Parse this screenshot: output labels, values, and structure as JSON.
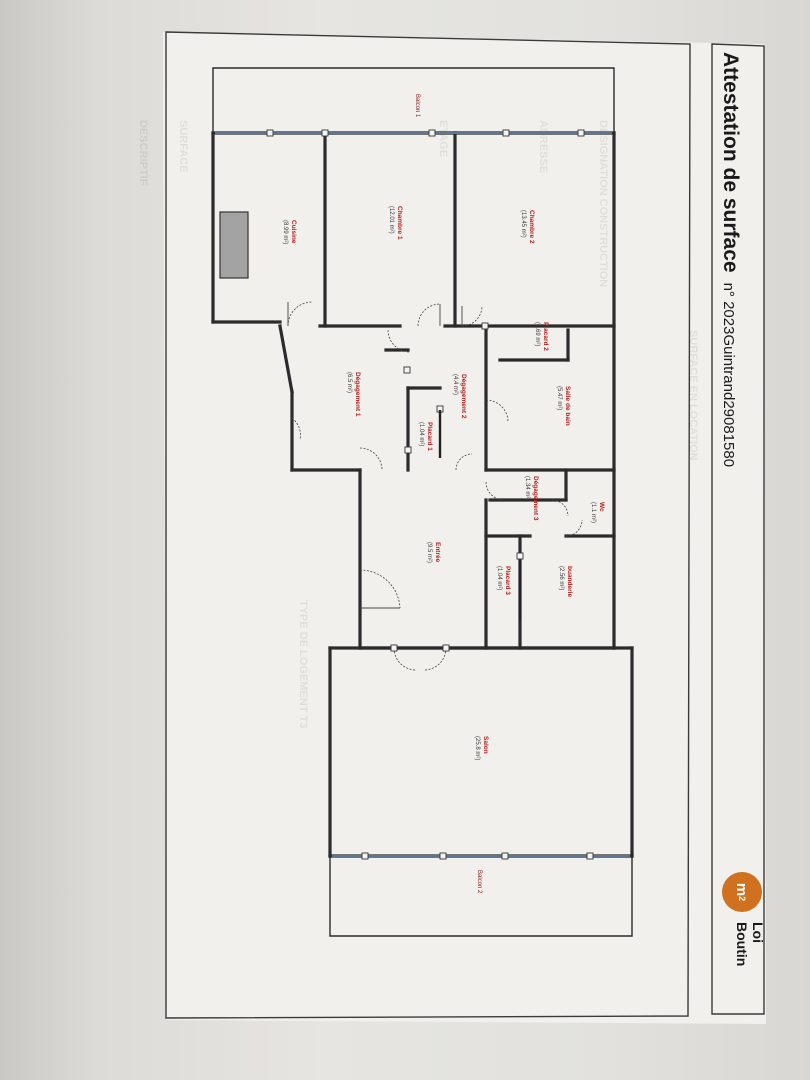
{
  "header": {
    "title": "Attestation de surface",
    "number": "n° 2023Guintrand29081580"
  },
  "logo": {
    "mark": "m",
    "mark_sup": "2",
    "line1": "Loi",
    "line2": "Boutin",
    "color": "#d0711f"
  },
  "rooms": {
    "chambre2": {
      "name": "Chambre 2",
      "area": "(13.45 m²)"
    },
    "chambre1": {
      "name": "Chambre 1",
      "area": "(12.01 m²)"
    },
    "cuisine": {
      "name": "Cuisine",
      "area": "(8.99 m²)"
    },
    "placard2": {
      "name": "Placard 2",
      "area": "(0.69 m²)"
    },
    "salle_de_bain": {
      "name": "Salle de bain",
      "area": "(5.47 m²)"
    },
    "degagement2": {
      "name": "Dégagement 2",
      "area": "(4.4 m²)"
    },
    "placard1": {
      "name": "Placard 1",
      "area": "(1.04 m²)"
    },
    "degagement1": {
      "name": "Dégagement 1",
      "area": "(6.5 m²)"
    },
    "wc": {
      "name": "Wc",
      "area": "(1.1 m²)"
    },
    "degagement3": {
      "name": "Dégagement 3",
      "area": "(1.34 m²)"
    },
    "buanderie": {
      "name": "buanderie",
      "area": "(2.56 m²)"
    },
    "placard3": {
      "name": "Placard 3",
      "area": "(1.04 m²)"
    },
    "entree": {
      "name": "Entrée",
      "area": "(9.5 m²)"
    },
    "salon": {
      "name": "Salon",
      "area": "(25.8 m²)"
    }
  },
  "balconies": {
    "balcon1": "Balcon 1",
    "balcon2": "Balcon 2"
  },
  "colors": {
    "room_label": "#b41d1d",
    "wall": "#2b2b2b",
    "window": "#6f8fb8"
  }
}
